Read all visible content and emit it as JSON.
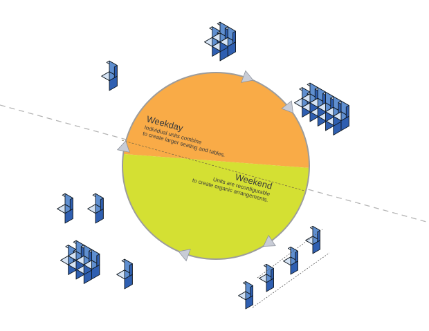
{
  "weekday": {
    "title": "Weekday",
    "line1": "Individual units combine",
    "line2": "to create larger seating and tables."
  },
  "weekend": {
    "title": "Weekend",
    "line1": "Units are reconfigurable",
    "line2": "to create organic arrangements."
  },
  "colors": {
    "weekday_fill": "#f9ab47",
    "weekend_fill": "#d4e033",
    "circle_stroke": "#9c9c9c",
    "arrow_fill": "#c8ccd6",
    "block_top": "#d6e4f5",
    "block_left": "#5f8fd0",
    "block_right": "#2f5fb1",
    "divider_line": "#b4b4b4"
  },
  "icons": {
    "arrow": "cycle-arrow-icon",
    "module": "seating-module-icon"
  }
}
